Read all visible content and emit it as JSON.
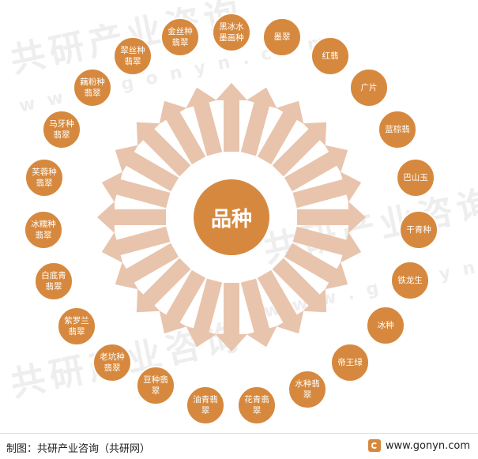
{
  "center_label": "品种",
  "varieties": [
    "黑冰水墨画种",
    "墨翠",
    "红翡",
    "广片",
    "蓝棕翡",
    "巴山玉",
    "干青种",
    "铁龙生",
    "冰种",
    "帝王绿",
    "水种翡翠",
    "花青翡翠",
    "油青翡翠",
    "豆种翡翠",
    "老坑种翡翠",
    "紫罗兰翡翠",
    "白底青翡翠",
    "冰糯种翡翠",
    "芙蓉种翡翠",
    "马牙种翡翠",
    "藕粉种翡翠",
    "翠丝种翡翠",
    "金丝种翡翠"
  ],
  "watermark": {
    "brand": "共研产业咨询",
    "url": "www.gonyn.com"
  },
  "footer": {
    "source": "制图：共研产业咨询（共研网）",
    "url": "www.gonyn.com"
  },
  "colors": {
    "node": "#d6893e",
    "arrow": "#e8c4ad",
    "text": "#ffffff"
  }
}
